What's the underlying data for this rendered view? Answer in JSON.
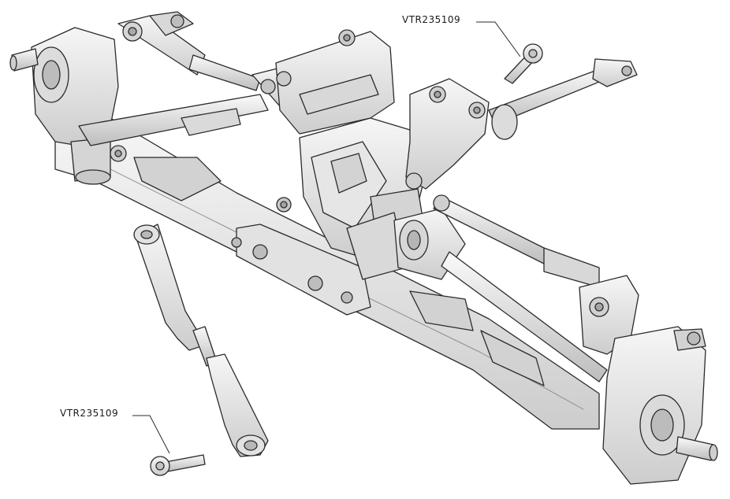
{
  "callouts": [
    {
      "part_number": "VTR235109",
      "target": "ball-stud-screw"
    },
    {
      "part_number": "VTR235109",
      "target": "ball-stud-screw"
    }
  ],
  "colors": {
    "part_fill": "#e9e9e9",
    "part_shade": "#cfcfcf",
    "part_dark": "#a9a9a9",
    "outline": "#2b2b2b",
    "background": "#ffffff"
  }
}
